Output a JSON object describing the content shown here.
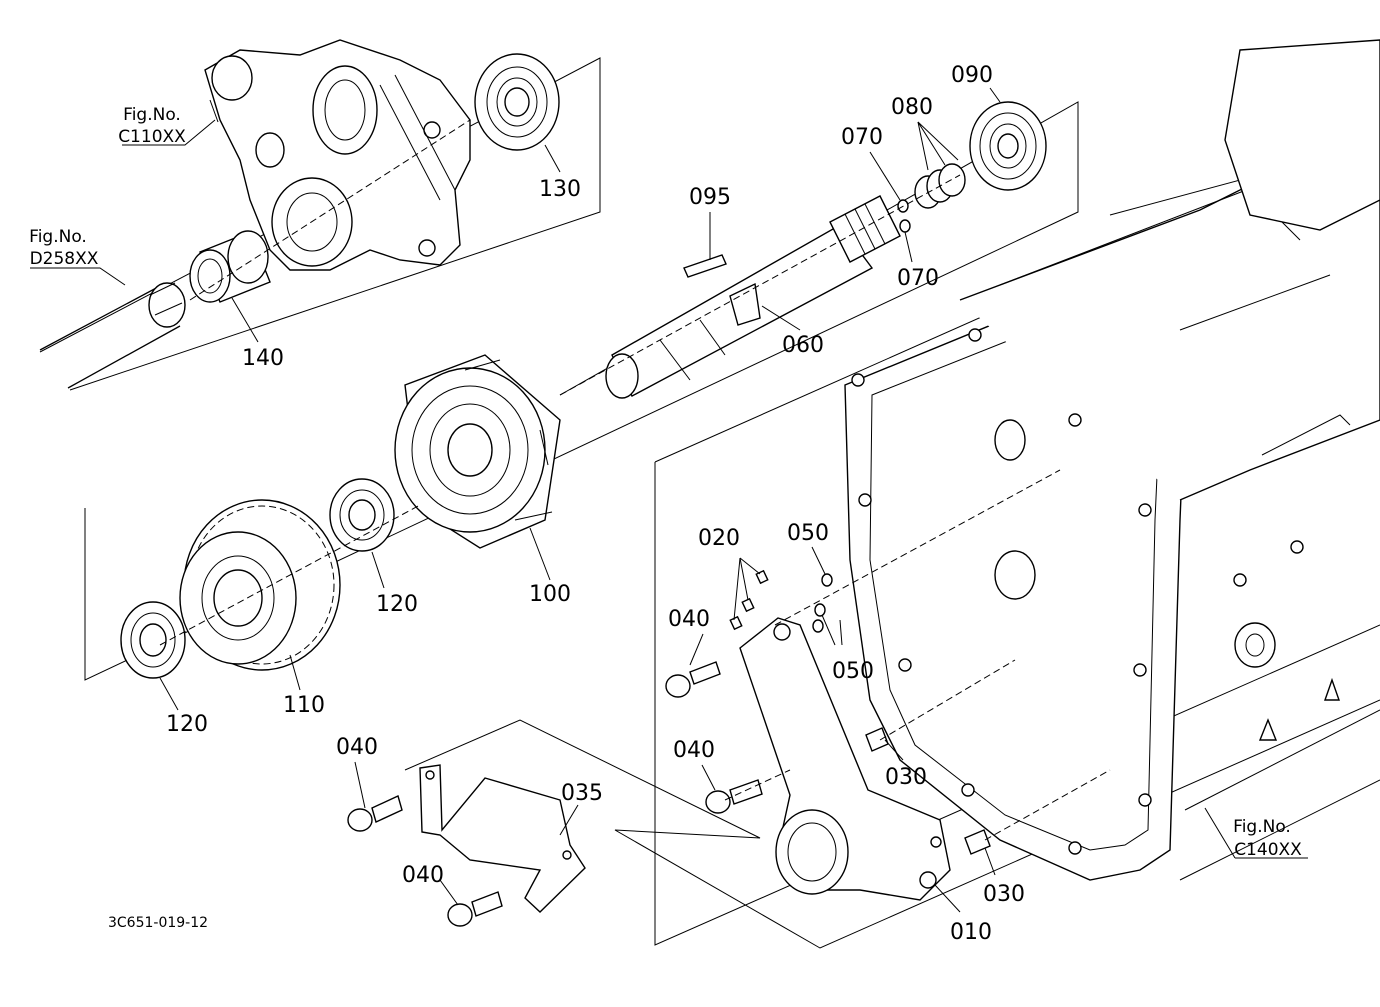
{
  "diagram": {
    "doc_code": "3C651-019-12",
    "fig_refs": [
      {
        "id": "c110",
        "title": "Fig.No.",
        "code": "C110XX"
      },
      {
        "id": "d258",
        "title": "Fig.No.",
        "code": "D258XX"
      },
      {
        "id": "c140",
        "title": "Fig.No.",
        "code": "C140XX"
      }
    ],
    "labels": {
      "p130": "130",
      "p140": "140",
      "p095": "095",
      "p070a": "070",
      "p070b": "070",
      "p080": "080",
      "p090": "090",
      "p060": "060",
      "p100": "100",
      "p120a": "120",
      "p120b": "120",
      "p110": "110",
      "p020": "020",
      "p050a": "050",
      "p050b": "050",
      "p040a": "040",
      "p040b": "040",
      "p040c": "040",
      "p040d": "040",
      "p035": "035",
      "p030a": "030",
      "p030b": "030",
      "p010": "010"
    }
  }
}
